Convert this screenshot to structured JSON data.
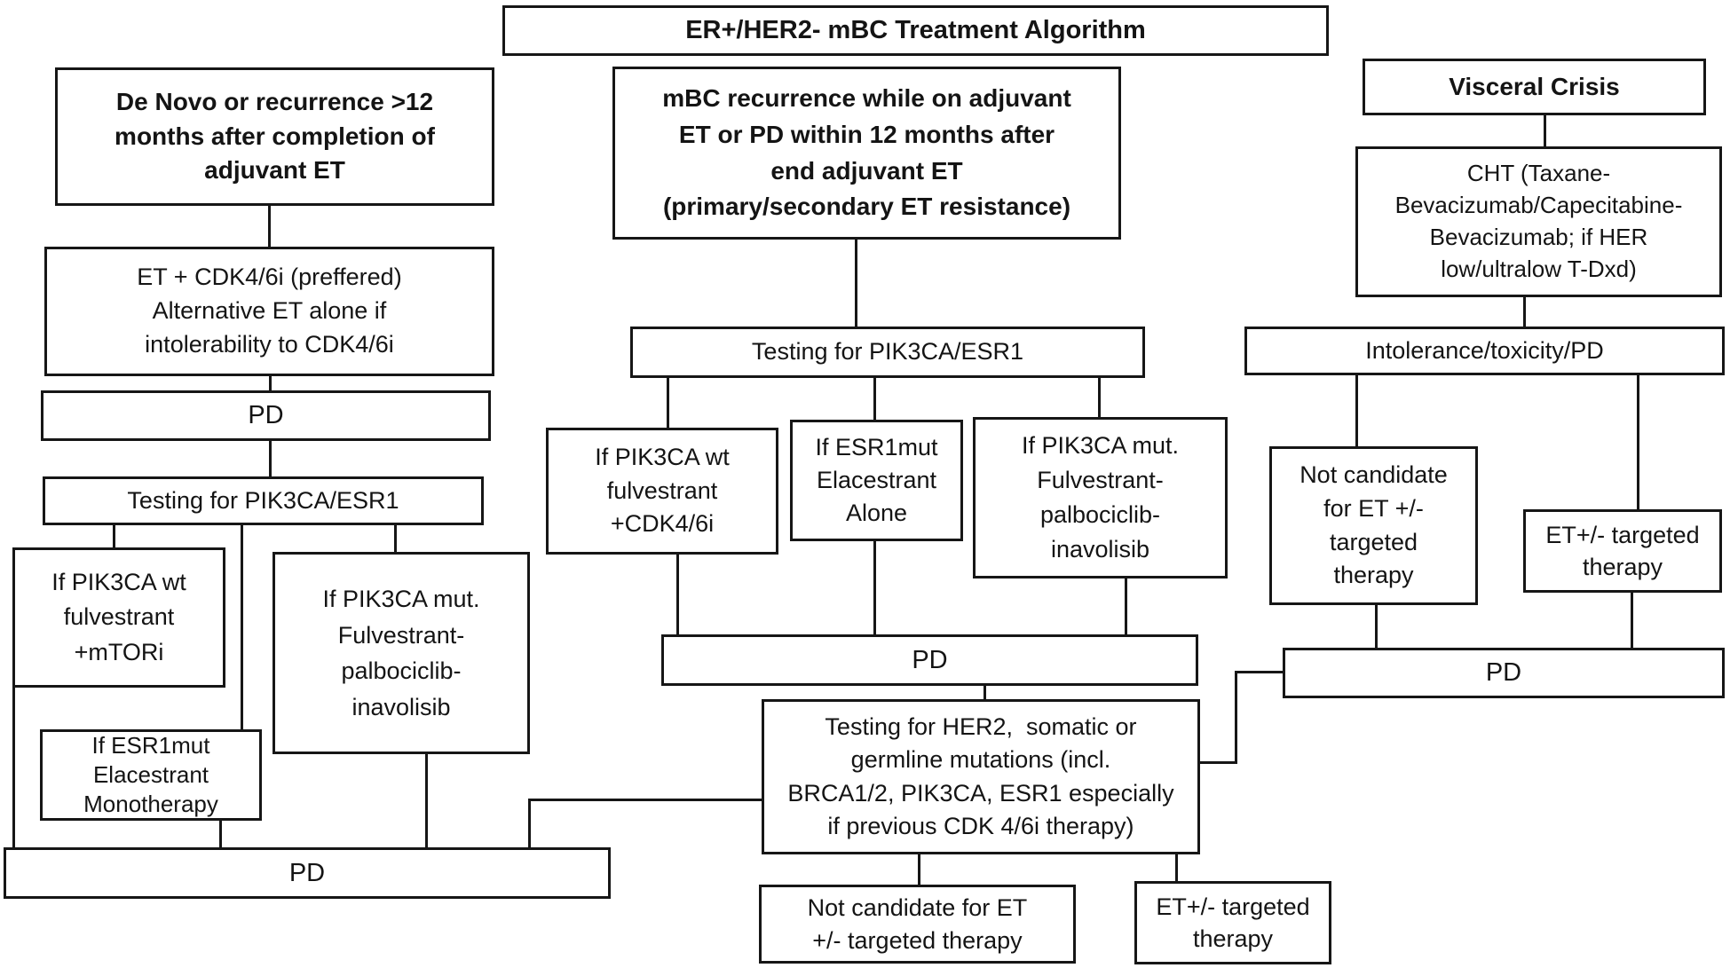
{
  "colors": {
    "border": "#161616",
    "box_background": "#ffffff",
    "page_background": "#ffffff",
    "text": "#141414"
  },
  "nodes": {
    "title": "ER+/HER2- mBC Treatment Algorithm",
    "de_novo": [
      "De Novo or recurrence >12",
      "months after completion of",
      "adjuvant ET"
    ],
    "et_cdk46i": [
      "ET + CDK4/6i (preffered)",
      "Alternative ET alone if",
      "intolerability to CDK4/6i"
    ],
    "pd_left": "PD",
    "testing_left": "Testing for PIK3CA/ESR1",
    "pik3ca_wt_mtori": [
      "If PIK3CA wt",
      "fulvestrant",
      "+mTORi"
    ],
    "pik3ca_mut_left": [
      "If PIK3CA mut.",
      "Fulvestrant-",
      "palbociclib-",
      "inavolisib"
    ],
    "esr1mut_monotherapy": [
      "If ESR1mut",
      "Elacestrant",
      "Monotherapy"
    ],
    "pd_bottom_left": "PD",
    "mbc_recurrence": [
      "mBC recurrence while on adjuvant",
      "ET or PD within 12 months after",
      "end adjuvant ET",
      "(primary/secondary ET resistance)"
    ],
    "testing_mid": "Testing for PIK3CA/ESR1",
    "pik3ca_wt_cdk46i": [
      "If PIK3CA wt",
      "fulvestrant",
      "+CDK4/6i"
    ],
    "esr1mut_alone": [
      "If ESR1mut",
      "Elacestrant",
      "Alone"
    ],
    "pik3ca_mut_mid": [
      "If PIK3CA mut.",
      "Fulvestrant-",
      "palbociclib-",
      "inavolisib"
    ],
    "pd_mid": "PD",
    "testing_her2": [
      "Testing for HER2,  somatic or",
      "germline mutations (incl.",
      "BRCA1/2, PIK3CA, ESR1 especially",
      "if previous CDK 4/6i therapy)"
    ],
    "not_candidate_mid": [
      "Not candidate for ET",
      "+/- targeted therapy"
    ],
    "et_targeted_mid": [
      "ET+/- targeted",
      "therapy"
    ],
    "visceral_crisis": "Visceral Crisis",
    "cht": [
      "CHT (Taxane-",
      "Bevacizumab/Capecitabine-",
      "Bevacizumab; if HER",
      "low/ultralow T-Dxd)"
    ],
    "intolerance": "Intolerance/toxicity/PD",
    "not_candidate_right": [
      "Not candidate",
      "for ET +/-",
      "targeted",
      "therapy"
    ],
    "et_targeted_right": [
      "ET+/- targeted",
      "therapy"
    ],
    "pd_right": "PD"
  }
}
